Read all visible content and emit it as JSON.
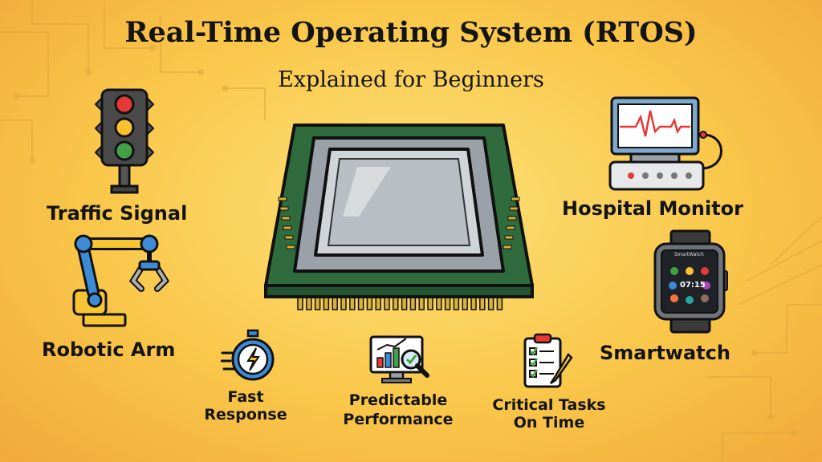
{
  "header": {
    "title": "Real-Time Operating System (RTOS)",
    "subtitle": "Explained for Beginners"
  },
  "examples": {
    "traffic_signal": "Traffic Signal",
    "robotic_arm": "Robotic Arm",
    "hospital_monitor": "Hospital Monitor",
    "smartwatch": "Smartwatch"
  },
  "features": {
    "fast_response": {
      "line1": "Fast",
      "line2": "Response"
    },
    "predictable_performance": {
      "line1": "Predictable",
      "line2": "Performance"
    },
    "critical_tasks": {
      "line1": "Critical Tasks",
      "line2": "On Time"
    }
  },
  "watch_screen": {
    "brand": "SmartWatch",
    "time": "07:15"
  },
  "colors": {
    "background": "#f9c74a",
    "chip_board": "#2f6b3d",
    "chip_lid": "#c4c9cf",
    "pins": "#d6b23b",
    "outline": "#1a1a1a"
  },
  "icons": [
    "traffic-light-icon",
    "robotic-arm-icon",
    "cpu-chip-icon",
    "hospital-monitor-icon",
    "smartwatch-icon",
    "stopwatch-icon",
    "analytics-monitor-icon",
    "checklist-clipboard-icon"
  ]
}
